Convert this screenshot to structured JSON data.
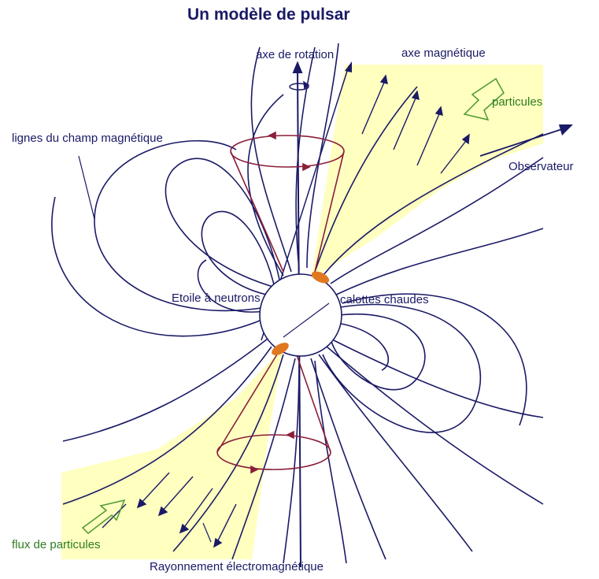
{
  "title": "Un modèle de pulsar",
  "labels": {
    "rotation_axis": "axe de rotation",
    "magnetic_axis": "axe magnétique",
    "particles": "particules",
    "field_lines": "lignes du champ magnétique",
    "observer": "Observateur",
    "neutron_star": "Etoile à neutrons",
    "hot_caps": "calottes chaudes",
    "particle_flux": "flux de particules",
    "em_radiation": "Rayonnement électromagnétique"
  },
  "colors": {
    "field_line": "#1a1a66",
    "beam_fill": "#ffffc0",
    "cone": "#8a1f3a",
    "label_dark": "#1a1a66",
    "label_green": "#2e7d1f",
    "axis": "#1a1a66",
    "hot_cap": "#e07820"
  },
  "icons": [
    "rotation-arrow-icon",
    "observer-arrow-icon",
    "particle-arrow-icon"
  ]
}
